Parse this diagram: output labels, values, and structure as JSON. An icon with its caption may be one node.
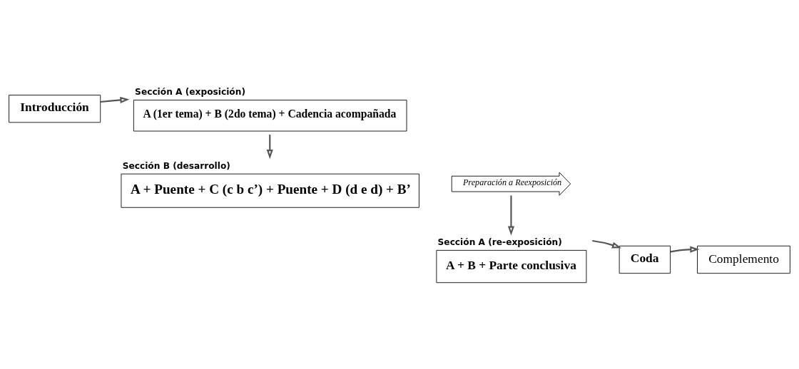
{
  "diagram": {
    "nodes": [
      {
        "text": [
          "Introducción"
        ]
      },
      {
        "text": [
          "Sección A (exposición)",
          "A (1er tema) + B (2do tema) + Cadencia acompañada"
        ]
      },
      {
        "text": [
          "Sección B (desarrollo)",
          "A + Puente + C (c b c’) + Puente + D (d e d) + B’"
        ]
      },
      {
        "text": [
          "Preparación a Reexposición"
        ]
      },
      {
        "text": [
          "Sección A (re-exposición)",
          "A + B + Parte conclusiva"
        ]
      },
      {
        "text": [
          "Coda"
        ]
      },
      {
        "text": [
          "Complemento"
        ]
      }
    ],
    "edges": [
      {
        "from": 0,
        "to": 1,
        "arrow": "to"
      },
      {
        "from": 1,
        "to": 2,
        "arrow": "to"
      },
      {
        "from": 3,
        "to": 4,
        "arrow": "to"
      },
      {
        "from": 4,
        "to": 5,
        "arrow": "to"
      },
      {
        "from": 5,
        "to": 6,
        "arrow": "to"
      }
    ]
  }
}
